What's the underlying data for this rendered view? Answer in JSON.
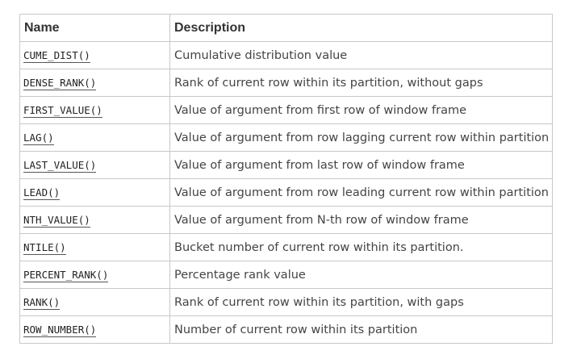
{
  "table": {
    "headers": {
      "name": "Name",
      "description": "Description"
    },
    "rows": [
      {
        "name": "CUME_DIST()",
        "description": "Cumulative distribution value"
      },
      {
        "name": "DENSE_RANK()",
        "description": "Rank of current row within its partition, without gaps"
      },
      {
        "name": "FIRST_VALUE()",
        "description": "Value of argument from first row of window frame"
      },
      {
        "name": "LAG()",
        "description": "Value of argument from row lagging current row within partition"
      },
      {
        "name": "LAST_VALUE()",
        "description": "Value of argument from last row of window frame"
      },
      {
        "name": "LEAD()",
        "description": "Value of argument from row leading current row within partition"
      },
      {
        "name": "NTH_VALUE()",
        "description": "Value of argument from N-th row of window frame"
      },
      {
        "name": "NTILE()",
        "description": "Bucket number of current row within its partition."
      },
      {
        "name": "PERCENT_RANK()",
        "description": "Percentage rank value"
      },
      {
        "name": "RANK()",
        "description": "Rank of current row within its partition, with gaps"
      },
      {
        "name": "ROW_NUMBER()",
        "description": "Number of current row within its partition"
      }
    ]
  }
}
